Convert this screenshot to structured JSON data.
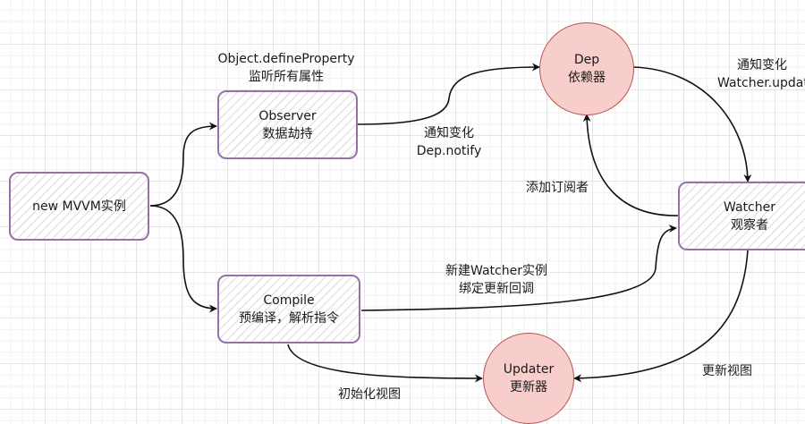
{
  "diagram": {
    "title": "MVVM data binding flow",
    "colors": {
      "process_border": "#9673a6",
      "module_fill": "#f8cecc",
      "module_border": "#b85450",
      "edge": "#111111"
    },
    "nodes": {
      "mvvm": {
        "line1": "new MVVM实例"
      },
      "observer": {
        "line1": "Observer",
        "line2": "数据劫持"
      },
      "compile": {
        "line1": "Compile",
        "line2": "预编译，解析指令"
      },
      "dep": {
        "line1": "Dep",
        "line2": "依赖器"
      },
      "watcher": {
        "line1": "Watcher",
        "line2": "观察者"
      },
      "updater": {
        "line1": "Updater",
        "line2": "更新器"
      }
    },
    "edge_labels": {
      "define_property": {
        "line1": "Object.defineProperty",
        "line2": "监听所有属性"
      },
      "dep_notify": {
        "line1": "通知变化",
        "line2": "Dep.notify"
      },
      "watcher_update": {
        "line1": "通知变化",
        "line2": "Watcher.update"
      },
      "add_subscriber": {
        "line1": "添加订阅者"
      },
      "new_watcher": {
        "line1": "新建Watcher实例",
        "line2": "绑定更新回调"
      },
      "init_view": {
        "line1": "初始化视图"
      },
      "update_view": {
        "line1": "更新视图"
      }
    },
    "edges": [
      {
        "from": "mvvm",
        "to": "observer"
      },
      {
        "from": "mvvm",
        "to": "compile"
      },
      {
        "from": "observer",
        "to": "dep",
        "label": "dep_notify"
      },
      {
        "from": "dep",
        "to": "watcher",
        "label": "watcher_update"
      },
      {
        "from": "watcher",
        "to": "dep",
        "label": "add_subscriber"
      },
      {
        "from": "compile",
        "to": "watcher",
        "label": "new_watcher"
      },
      {
        "from": "compile",
        "to": "updater",
        "label": "init_view"
      },
      {
        "from": "watcher",
        "to": "updater",
        "label": "update_view"
      }
    ]
  }
}
